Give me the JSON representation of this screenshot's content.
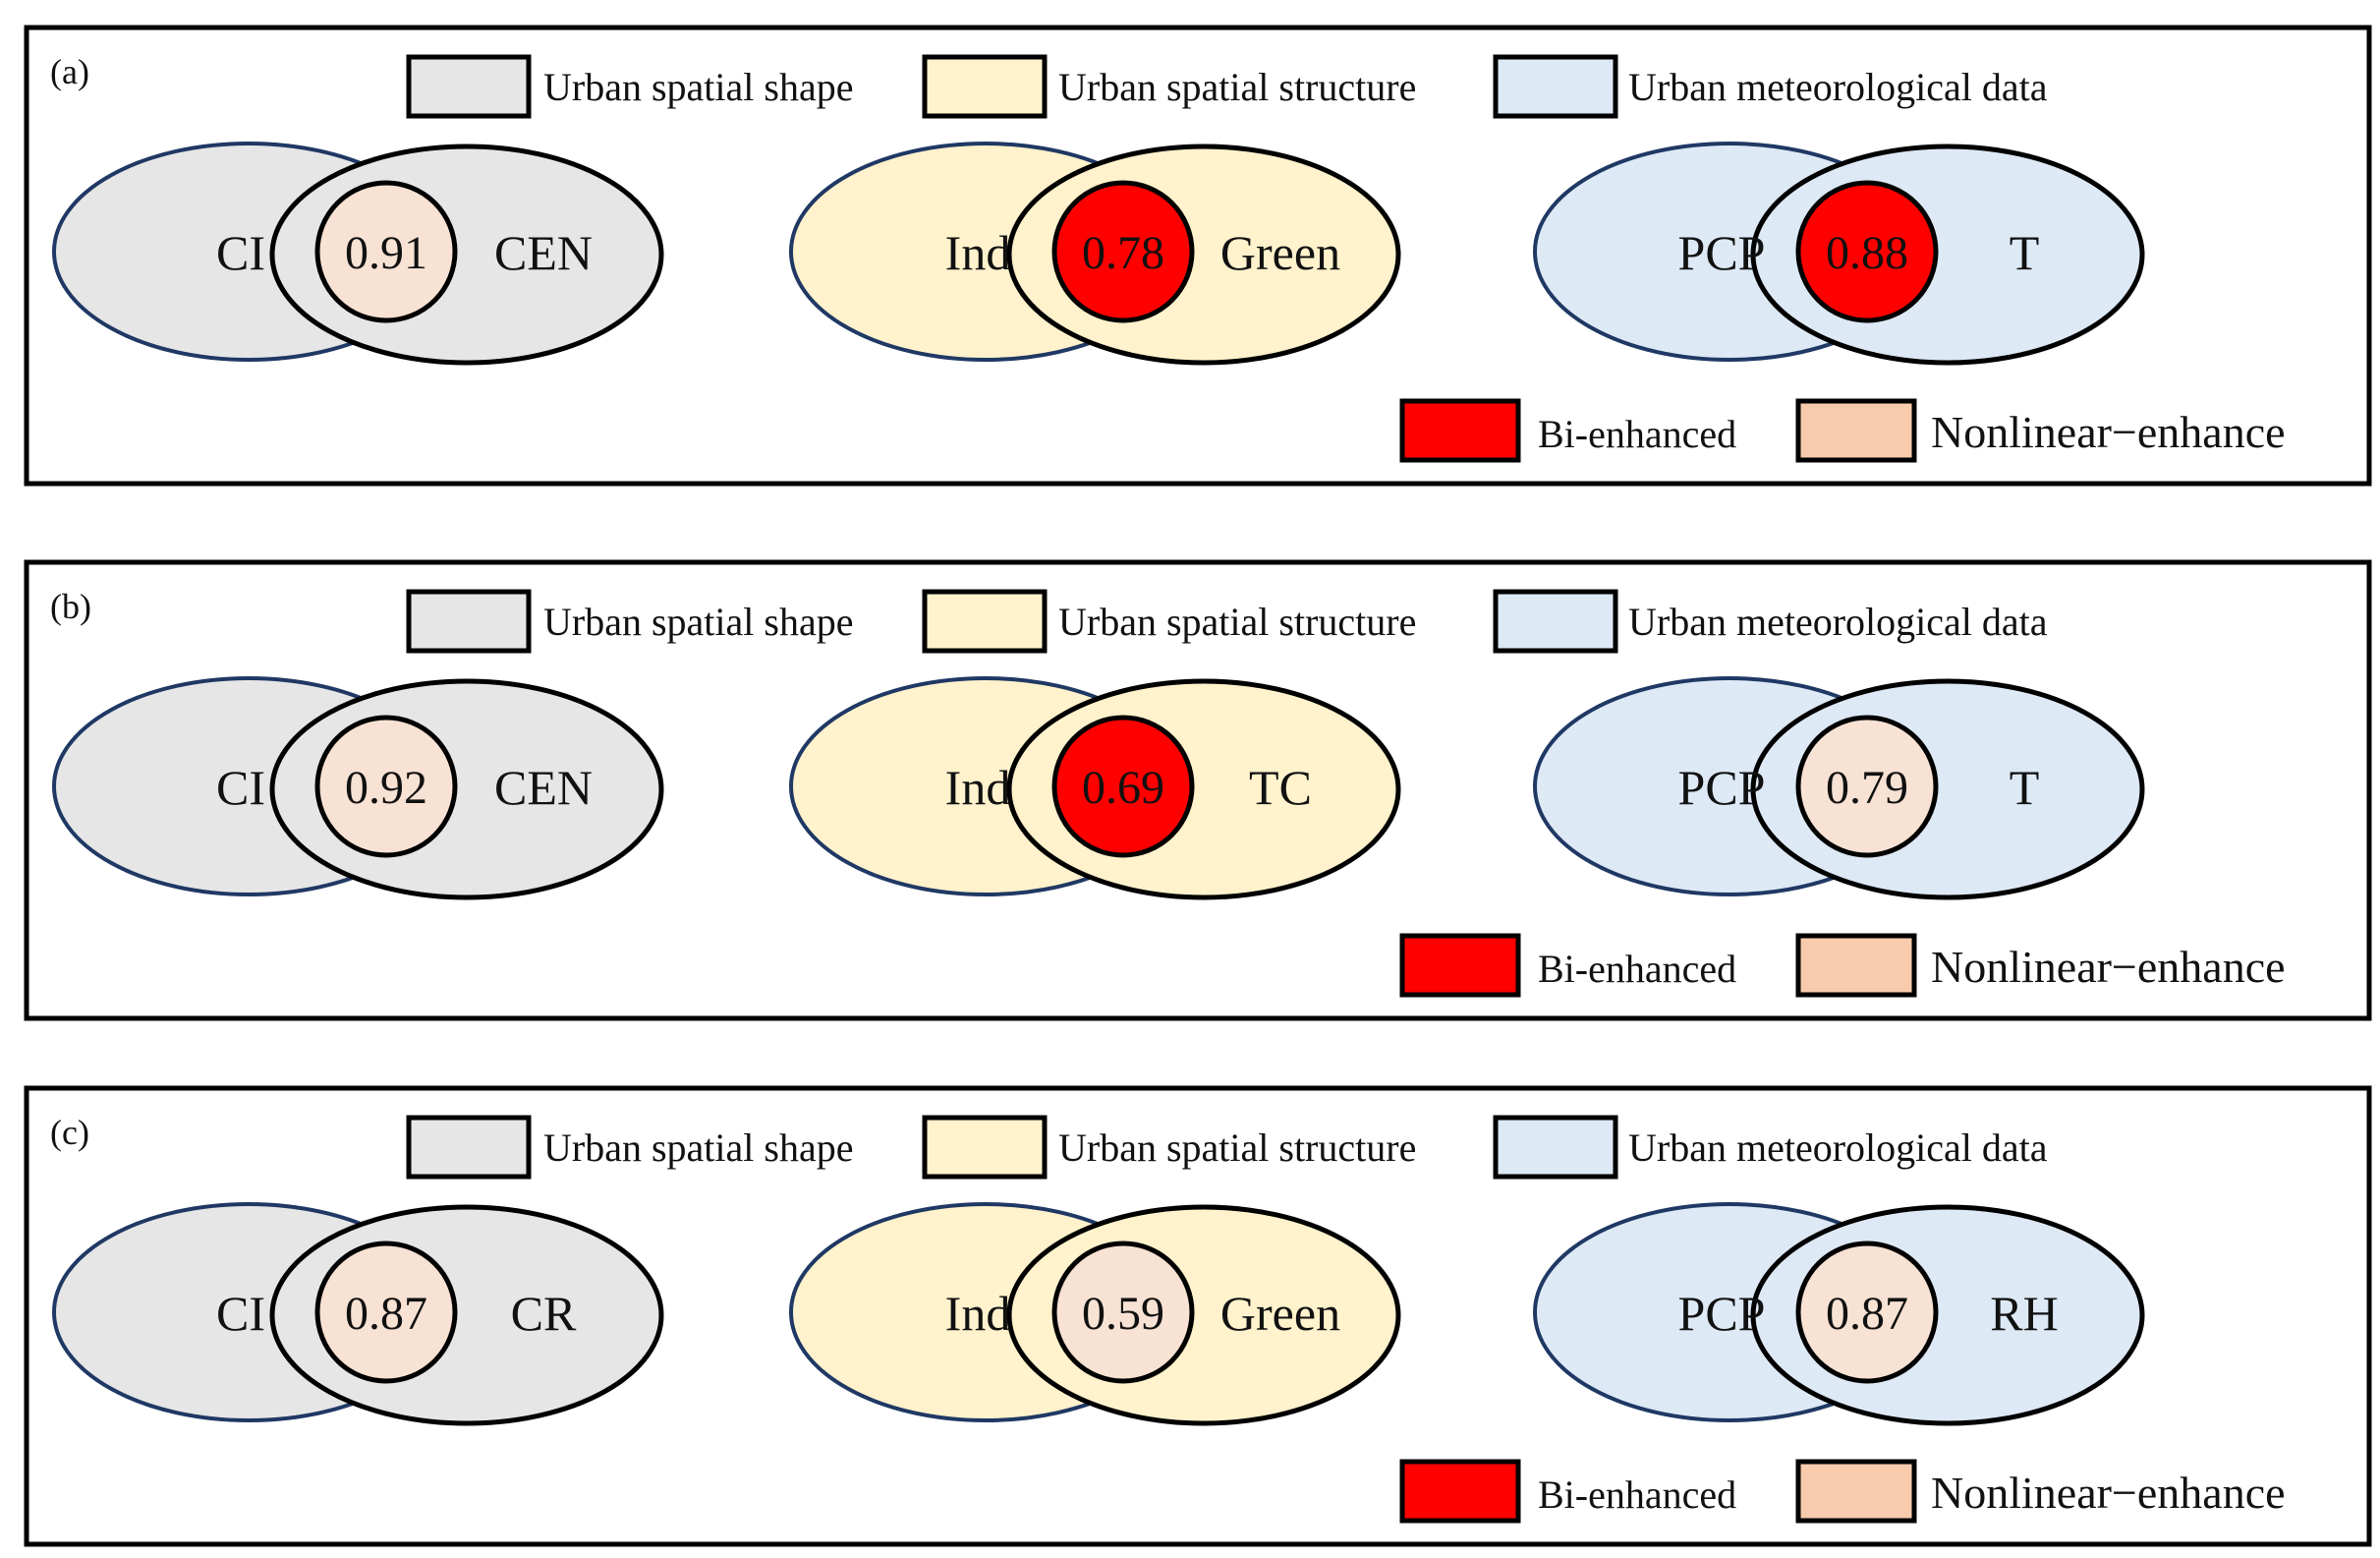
{
  "colors": {
    "shape": "#e6e6e6",
    "structure": "#fff2cc",
    "meteo": "#dde9f5",
    "bi_enhanced": "#ff0000",
    "nonlinear_enhance": "#f8cbad",
    "nonlinear_circle": "#f8e2d4",
    "left_outline": "#1f3864",
    "outline": "#000000"
  },
  "legend": {
    "categories": [
      {
        "key": "shape",
        "label": "Urban spatial shape"
      },
      {
        "key": "structure",
        "label": "Urban spatial structure"
      },
      {
        "key": "meteo",
        "label": "Urban meteorological data"
      }
    ],
    "types": [
      {
        "key": "bi_enhanced",
        "label": "Bi-enhanced"
      },
      {
        "key": "nonlinear_enhance",
        "label": "Nonlinear−enhance"
      }
    ]
  },
  "panels": [
    {
      "label": "(a)",
      "groups": [
        {
          "category": "shape",
          "left": "CI",
          "right": "CEN",
          "value": "0.91",
          "type": "nonlinear_enhance"
        },
        {
          "category": "structure",
          "left": "Ind",
          "right": "Green",
          "value": "0.78",
          "type": "bi_enhanced"
        },
        {
          "category": "meteo",
          "left": "PCP",
          "right": "T",
          "value": "0.88",
          "type": "bi_enhanced"
        }
      ]
    },
    {
      "label": "(b)",
      "groups": [
        {
          "category": "shape",
          "left": "CI",
          "right": "CEN",
          "value": "0.92",
          "type": "nonlinear_enhance"
        },
        {
          "category": "structure",
          "left": "Ind",
          "right": "TC",
          "value": "0.69",
          "type": "bi_enhanced"
        },
        {
          "category": "meteo",
          "left": "PCP",
          "right": "T",
          "value": "0.79",
          "type": "nonlinear_enhance"
        }
      ]
    },
    {
      "label": "(c)",
      "groups": [
        {
          "category": "shape",
          "left": "CI",
          "right": "CR",
          "value": "0.87",
          "type": "nonlinear_enhance"
        },
        {
          "category": "structure",
          "left": "Ind",
          "right": "Green",
          "value": "0.59",
          "type": "nonlinear_enhance"
        },
        {
          "category": "meteo",
          "left": "PCP",
          "right": "RH",
          "value": "0.87",
          "type": "nonlinear_enhance"
        }
      ]
    }
  ]
}
